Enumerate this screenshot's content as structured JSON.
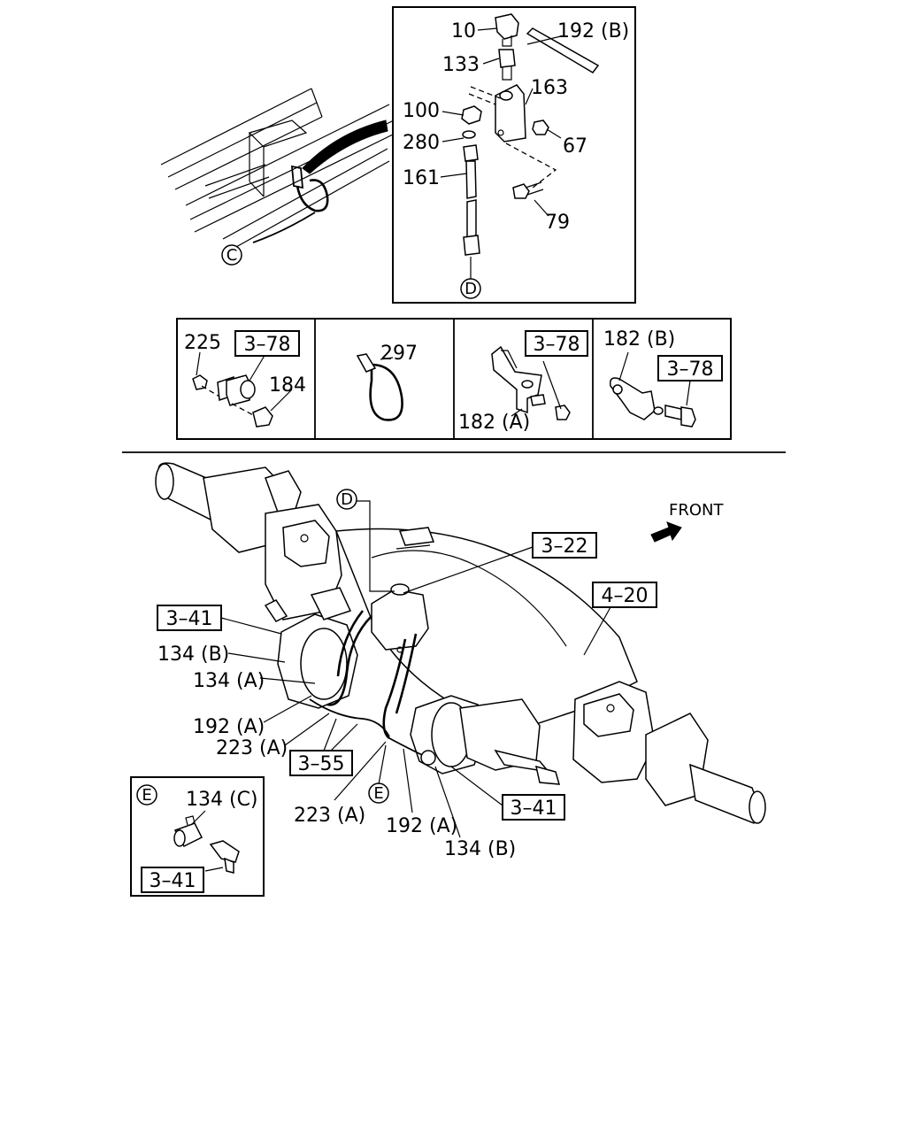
{
  "top_panel": {
    "callouts": [
      "10",
      "192 (B)",
      "133",
      "163",
      "100",
      "280",
      "67",
      "161",
      "79"
    ],
    "connector": "D"
  },
  "frame_view": {
    "connector": "C"
  },
  "strip": {
    "cell1": {
      "n1": "225",
      "ref": "3–78",
      "n2": "184"
    },
    "cell2": {
      "n1": "297"
    },
    "cell3": {
      "ref": "3–78",
      "n1": "182 (A)"
    },
    "cell4": {
      "n1": "182 (B)",
      "ref": "3–78"
    }
  },
  "axle_view": {
    "connector_d": "D",
    "connector_e": "E",
    "direction": "FRONT",
    "refs": {
      "r322": "3–22",
      "r420": "4–20",
      "r341a": "3–41",
      "r355": "3–55",
      "r341b": "3–41"
    },
    "callouts": [
      "134 (B)",
      "134 (A)",
      "192 (A)",
      "223 (A)",
      "223 (A)",
      "192 (A)",
      "134 (B)"
    ]
  },
  "inset_e": {
    "connector": "E",
    "n1": "134 (C)",
    "ref": "3–41"
  }
}
